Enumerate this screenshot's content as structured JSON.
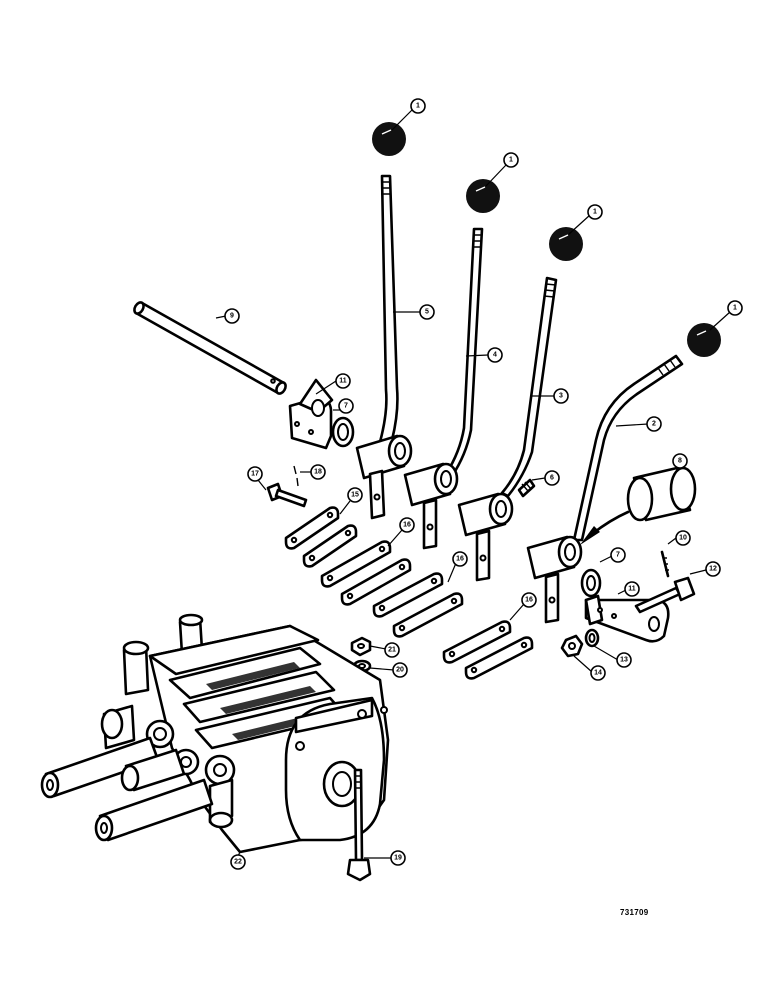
{
  "diagram": {
    "catalog_number": "731709",
    "callouts": [
      {
        "id": "c1a",
        "label": "1"
      },
      {
        "id": "c1b",
        "label": "1"
      },
      {
        "id": "c1c",
        "label": "1"
      },
      {
        "id": "c1d",
        "label": "1"
      },
      {
        "id": "c2",
        "label": "2"
      },
      {
        "id": "c3",
        "label": "3"
      },
      {
        "id": "c4",
        "label": "4"
      },
      {
        "id": "c5",
        "label": "5"
      },
      {
        "id": "c6",
        "label": "6"
      },
      {
        "id": "c7a",
        "label": "7"
      },
      {
        "id": "c7b",
        "label": "7"
      },
      {
        "id": "c8",
        "label": "8"
      },
      {
        "id": "c9",
        "label": "9"
      },
      {
        "id": "c10",
        "label": "10"
      },
      {
        "id": "c11a",
        "label": "11"
      },
      {
        "id": "c11b",
        "label": "11"
      },
      {
        "id": "c12",
        "label": "12"
      },
      {
        "id": "c13",
        "label": "13"
      },
      {
        "id": "c14",
        "label": "14"
      },
      {
        "id": "c15",
        "label": "15"
      },
      {
        "id": "c16a",
        "label": "16"
      },
      {
        "id": "c16b",
        "label": "16"
      },
      {
        "id": "c16c",
        "label": "16"
      },
      {
        "id": "c17",
        "label": "17"
      },
      {
        "id": "c18",
        "label": "18"
      },
      {
        "id": "c19",
        "label": "19"
      },
      {
        "id": "c20",
        "label": "20"
      },
      {
        "id": "c21",
        "label": "21"
      },
      {
        "id": "c22",
        "label": "22"
      }
    ]
  }
}
